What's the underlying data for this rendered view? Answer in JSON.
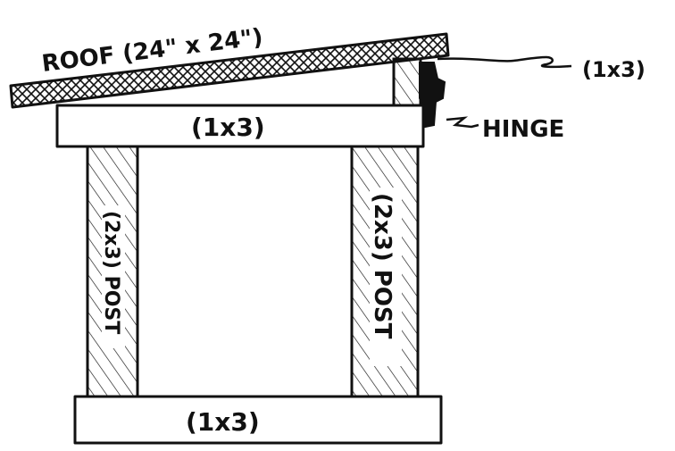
{
  "diagram": {
    "roof_label": "ROOF (24\" x 24\")",
    "top_board_label": "(1x3)",
    "bottom_board_label": "(1x3)",
    "hinge_board_label": "(1x3)",
    "hinge_label": "HINGE",
    "left_post_label": "(2x3) POST",
    "right_post_label": "(2x3) POST",
    "ink_color": "#111111",
    "paper_color": "#ffffff"
  }
}
